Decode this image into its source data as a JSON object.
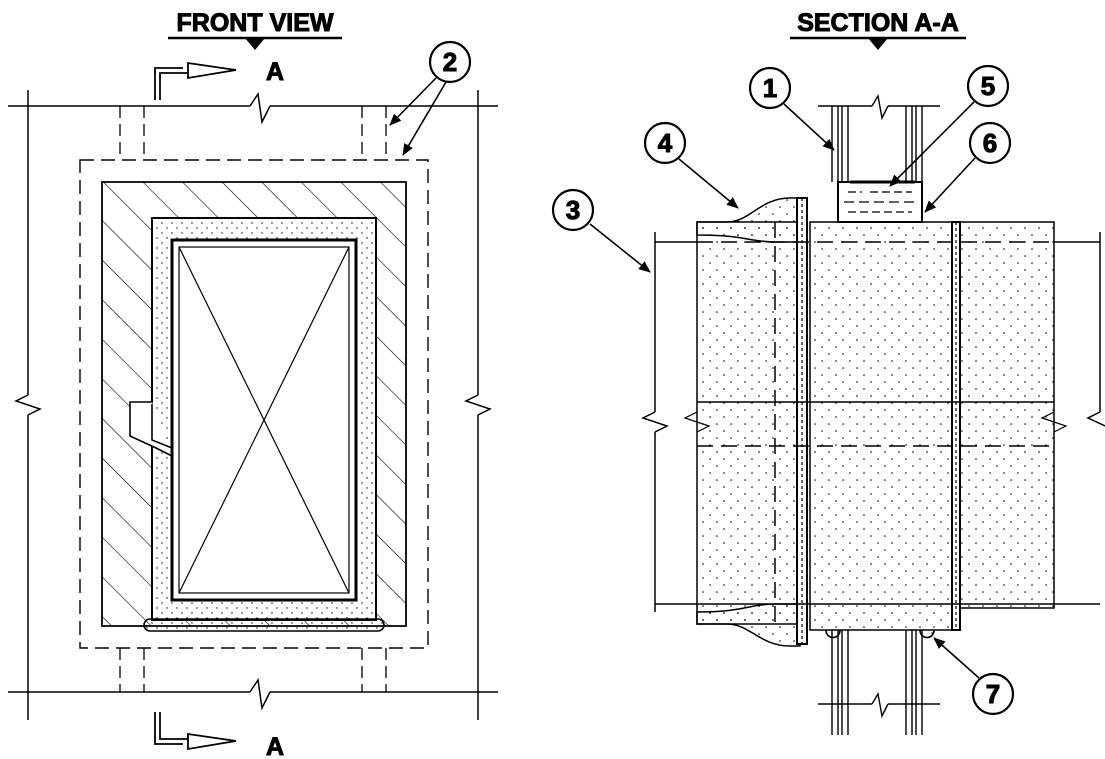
{
  "front_view": {
    "title": "FRONT VIEW",
    "section_mark_top": "A",
    "section_mark_bottom": "A"
  },
  "section_view": {
    "title": "SECTION A-A"
  },
  "callouts": [
    {
      "id": "1",
      "label": "1"
    },
    {
      "id": "2",
      "label": "2"
    },
    {
      "id": "3",
      "label": "3"
    },
    {
      "id": "4",
      "label": "4"
    },
    {
      "id": "5",
      "label": "5"
    },
    {
      "id": "6",
      "label": "6"
    },
    {
      "id": "7",
      "label": "7"
    }
  ]
}
